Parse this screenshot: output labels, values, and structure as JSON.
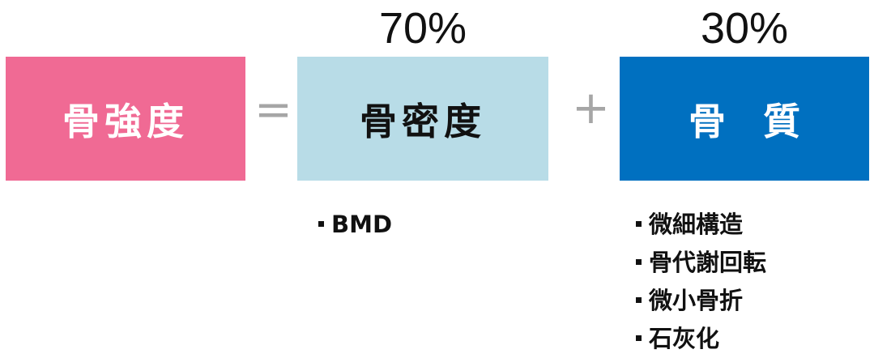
{
  "percentages": {
    "density": "70%",
    "quality": "30%"
  },
  "boxes": {
    "strength": "骨強度",
    "density": "骨密度",
    "quality_left": "骨",
    "quality_right": "質"
  },
  "operators": {
    "equals": "=",
    "plus": "+"
  },
  "density_items": [
    "BMD"
  ],
  "quality_items": [
    "微細構造",
    "骨代謝回転",
    "微小骨折",
    "石灰化"
  ],
  "colors": {
    "strength": "#f06a94",
    "density": "#b8dce7",
    "quality": "#0070c0",
    "operator": "#a6a6a6"
  }
}
